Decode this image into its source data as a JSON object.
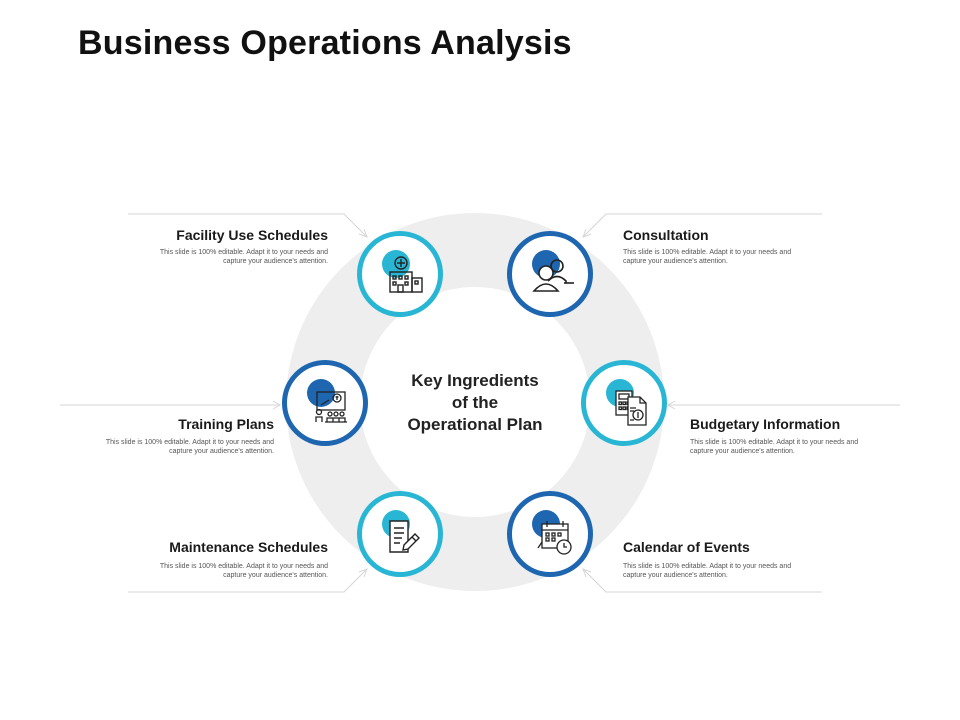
{
  "title": "Business Operations Analysis",
  "center": {
    "line1": "Key Ingredients",
    "line2": "of the",
    "line3": "Operational Plan"
  },
  "colors": {
    "light": "#29b6d4",
    "dark": "#1e66b0",
    "ring": "#eeeeee",
    "line": "#d6d6d6",
    "glyph": "#222222"
  },
  "items": [
    {
      "label": "Facility Use Schedules",
      "desc1": "This slide is 100% editable. Adapt it to your needs and",
      "desc2": "capture your audience's attention.",
      "icon": "hospital-building-icon"
    },
    {
      "label": "Consultation",
      "desc1": "This slide is 100% editable. Adapt it to your needs and",
      "desc2": "capture your audience's attention.",
      "icon": "people-consultation-icon"
    },
    {
      "label": "Training Plans",
      "desc1": "This slide is 100% editable. Adapt it to your needs and",
      "desc2": "capture your audience's attention.",
      "icon": "presentation-training-icon"
    },
    {
      "label": "Budgetary Information",
      "desc1": "This slide is 100% editable. Adapt it to your needs and",
      "desc2": "capture your audience's attention.",
      "icon": "calculator-invoice-icon"
    },
    {
      "label": "Maintenance Schedules",
      "desc1": "This slide is 100% editable. Adapt it to your needs and",
      "desc2": "capture your audience's attention.",
      "icon": "document-pen-icon"
    },
    {
      "label": "Calendar of Events",
      "desc1": "This slide is 100% editable. Adapt it to your needs and",
      "desc2": "capture your audience's attention.",
      "icon": "calendar-clock-icon"
    }
  ]
}
